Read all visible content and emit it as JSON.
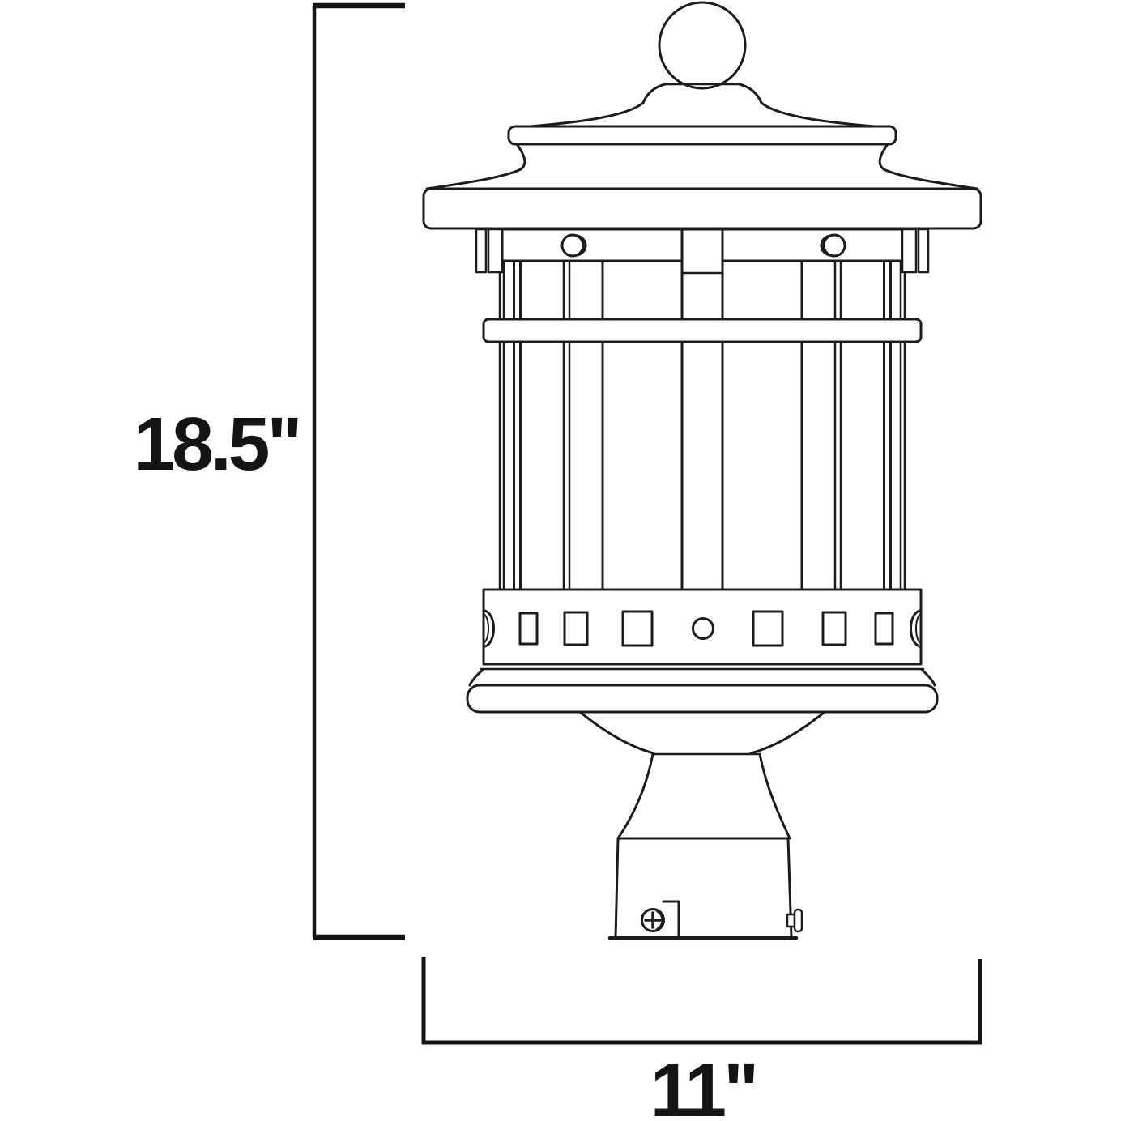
{
  "diagram": {
    "title": "Outdoor post-mount lantern dimension drawing",
    "line_color": "#1c1c1c",
    "dim_color": "#141414",
    "fill_color": "#ffffff",
    "height_dim": {
      "label": "18.5\"",
      "value": 18.5,
      "unit": "in"
    },
    "width_dim": {
      "label": "11\"",
      "value": 11,
      "unit": "in"
    },
    "parts": [
      "finial-ball",
      "cap-roof",
      "cap-rim",
      "cap-slab",
      "bracket-rail",
      "rail-screws",
      "hanger-tabs",
      "center-strap",
      "cage-bars",
      "mid-band",
      "vent-drum",
      "drum-cutouts",
      "base-molding",
      "neck-taper",
      "post-fitter",
      "phillips-screw",
      "set-screw"
    ]
  }
}
